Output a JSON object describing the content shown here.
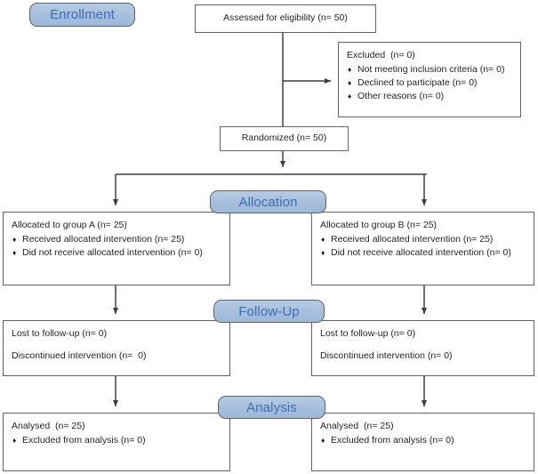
{
  "diagram": {
    "title": "CONSORT participant flow diagram",
    "colors": {
      "pill_fill": "#a6bedc",
      "pill_border": "#5f6366",
      "pill_text": "#3a6db5",
      "box_border": "#5f6366",
      "box_fill": "#ffffff",
      "line": "#3f3f3f",
      "text": "#231f20"
    }
  },
  "stages": {
    "enrollment": "Enrollment",
    "allocation": "Allocation",
    "followup": "Follow-Up",
    "analysis": "Analysis"
  },
  "boxes": {
    "assessed": {
      "text": "Assessed for eligibility (n= 50)"
    },
    "excluded": {
      "heading": "Excluded  (n= 0)",
      "bullets": [
        "Not meeting inclusion criteria (n= 0)",
        "Declined to participate (n= 0)",
        "Other reasons (n= 0)"
      ]
    },
    "randomized": {
      "text": "Randomized (n= 50)"
    },
    "allocation_a": {
      "heading": "Allocated to group A (n= 25)",
      "bullets": [
        "Received allocated intervention (n= 25)",
        "Did not receive allocated intervention (n= 0)"
      ]
    },
    "allocation_b": {
      "heading": "Allocated to group B (n= 25)",
      "bullets": [
        "Received allocated intervention (n= 25)",
        "Did not receive allocated intervention (n= 0)"
      ]
    },
    "followup_a": {
      "line1": "Lost to follow-up (n= 0)",
      "line2": "Discontinued intervention (n=  0)"
    },
    "followup_b": {
      "line1": "Lost to follow-up (n= 0)",
      "line2": "Discontinued intervention (n= 0)"
    },
    "analysis_a": {
      "heading": "Analysed  (n= 25)",
      "bullets": [
        "Excluded from analysis (n= 0)"
      ]
    },
    "analysis_b": {
      "heading": "Analysed  (n= 25)",
      "bullets": [
        "Excluded from analysis (n= 0)"
      ]
    }
  }
}
